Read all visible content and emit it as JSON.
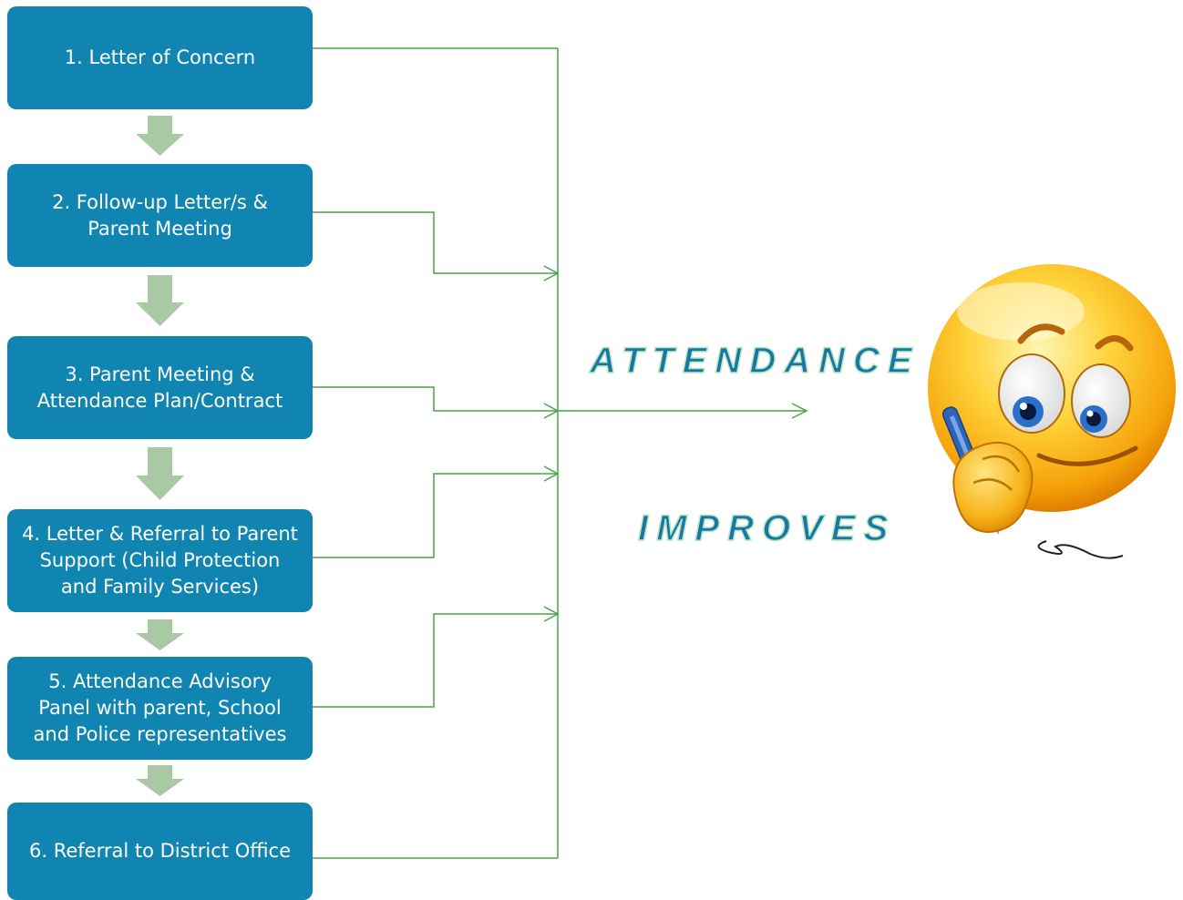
{
  "steps": [
    {
      "label": "1. Letter of Concern"
    },
    {
      "label": "2. Follow-up Letter/s &\nParent Meeting"
    },
    {
      "label": "3. Parent Meeting &\nAttendance Plan/Contract"
    },
    {
      "label": "4. Letter & Referral to Parent\nSupport (Child Protection\nand Family Services)"
    },
    {
      "label": "5. Attendance Advisory\nPanel with parent, School\nand Police representatives"
    },
    {
      "label": "6. Referral to District Office"
    }
  ],
  "outcome": {
    "word1": "ATTENDANCE",
    "word2": "IMPROVES"
  },
  "colors": {
    "box": "#1085b1",
    "step_arrow": "#a9c9a4",
    "connector": "#4aa44a",
    "outcome_text": "#1778a5"
  },
  "icons": {
    "mascot": "smiley-writing-icon"
  }
}
